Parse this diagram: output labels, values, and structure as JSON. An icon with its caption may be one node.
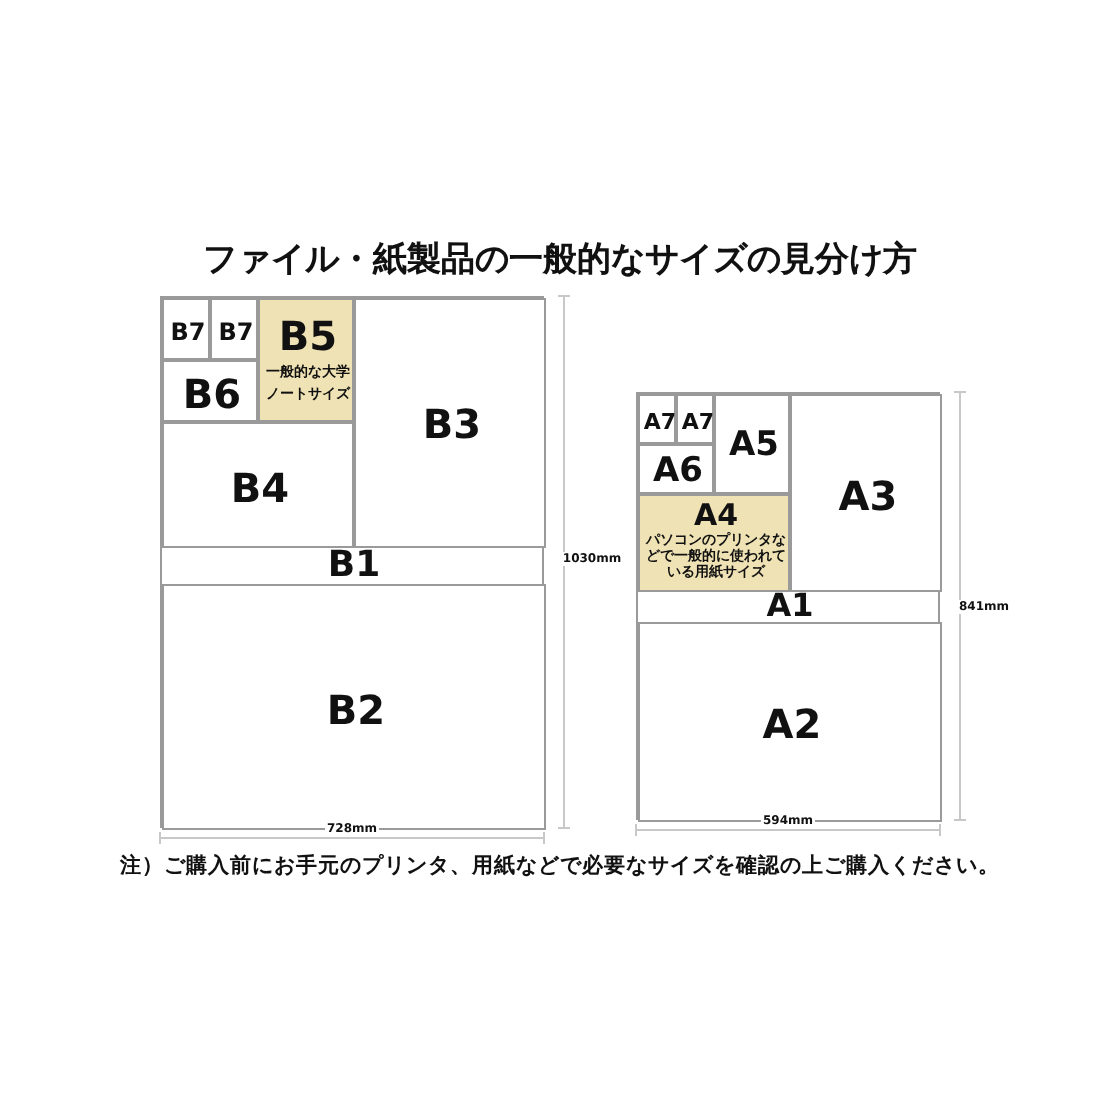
{
  "diagram": {
    "title": "ファイル・紙製品の一般的なサイズの見分け方",
    "caption": "注）ご購入前にお手元のプリンタ、用紙などで必要なサイズを確認の上ご購入ください。",
    "nodes": [
      {
        "text": [
          "B1"
        ]
      },
      {
        "text": [
          "B7"
        ],
        "in": 0
      },
      {
        "text": [
          "B7"
        ],
        "in": 0
      },
      {
        "text": [
          "B5",
          "一般的な大学ノートサイズ"
        ],
        "in": 0
      },
      {
        "text": [
          "B6"
        ],
        "in": 0
      },
      {
        "text": [
          "B3"
        ],
        "in": 0
      },
      {
        "text": [
          "B4"
        ],
        "in": 0
      },
      {
        "text": [
          "B2"
        ],
        "in": 0
      },
      {
        "text": [
          "A1"
        ]
      },
      {
        "text": [
          "A7"
        ],
        "in": 8
      },
      {
        "text": [
          "A7"
        ],
        "in": 8
      },
      {
        "text": [
          "A5"
        ],
        "in": 8
      },
      {
        "text": [
          "A6"
        ],
        "in": 8
      },
      {
        "text": [
          "A3"
        ],
        "in": 8
      },
      {
        "text": [
          "A4",
          "パソコンのプリンタなどで一般的に使われている用紙サイズ"
        ],
        "in": 8
      },
      {
        "text": [
          "A2"
        ],
        "in": 8
      }
    ],
    "labels": [
      "1030mm",
      "728mm",
      "841mm",
      "594mm"
    ]
  }
}
